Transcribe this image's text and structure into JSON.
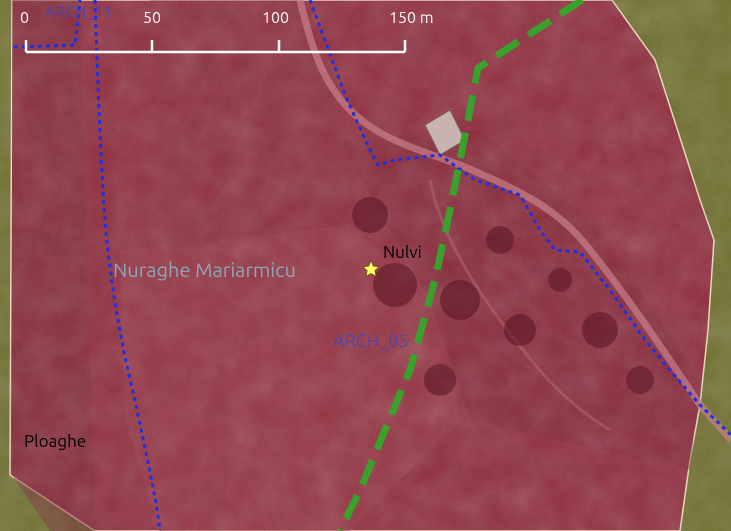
{
  "map": {
    "scale_bar": {
      "ticks": [
        "0",
        "50",
        "100",
        "150 m"
      ]
    },
    "labels": {
      "site_name": "Nuraghe Mariarmicu",
      "town_nulvi": "Nulvi",
      "town_ploaghe": "Ploaghe",
      "zone_arch05": "ARCH_05",
      "zone_arch_top": "ARCH_11"
    },
    "site_marker": {
      "icon": "star-icon",
      "color": "#ffff66"
    },
    "colors": {
      "zone_fill": "#8e2436",
      "outside_fill": "#6b6a24",
      "blue_boundary": "#2030e0",
      "green_boundary": "#3aa22c",
      "zone_outline": "#f2dcc0"
    }
  }
}
